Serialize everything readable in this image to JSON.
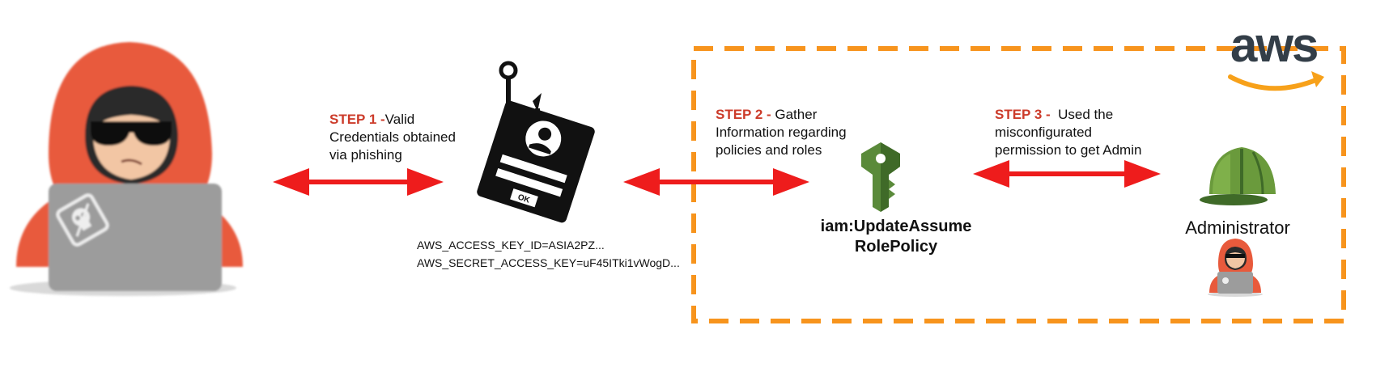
{
  "brand": {
    "name": "aws",
    "text_color": "#333e48",
    "smile_color": "#f7a11a"
  },
  "colors": {
    "accent_red": "#cc3b2a",
    "arrow_red": "#ee1c1c",
    "boundary_orange": "#f7941d",
    "hoodie": "#e85a3c",
    "laptop": "#9c9c9c",
    "key_green": "#5a8a3a",
    "helmet_green": "#6a9a3c"
  },
  "steps": [
    {
      "prefix": "STEP 1 -",
      "lines": [
        "Valid",
        "Credentials obtained",
        "via phishing"
      ]
    },
    {
      "prefix": "STEP 2 -",
      "lines": [
        " Gather",
        "Information regarding",
        "policies and roles"
      ]
    },
    {
      "prefix": "STEP 3 -",
      "lines": [
        "  Used the",
        "misconfigurated",
        "permission to get Admin"
      ]
    }
  ],
  "credentials": {
    "access_key": "AWS_ACCESS_KEY_ID=ASIA2PZ...",
    "secret_key": "AWS_SECRET_ACCESS_KEY=uF45ITki1vWogD..."
  },
  "phishing_card": {
    "button_text": "OK"
  },
  "policy": {
    "line1": "iam:UpdateAssume",
    "line2": "RolePolicy"
  },
  "administrator": {
    "label": "Administrator"
  },
  "icons": [
    "hacker-icon",
    "skull-icon",
    "phishing-hook-icon",
    "iam-key-icon",
    "hard-hat-icon",
    "small-hacker-icon",
    "aws-logo"
  ]
}
